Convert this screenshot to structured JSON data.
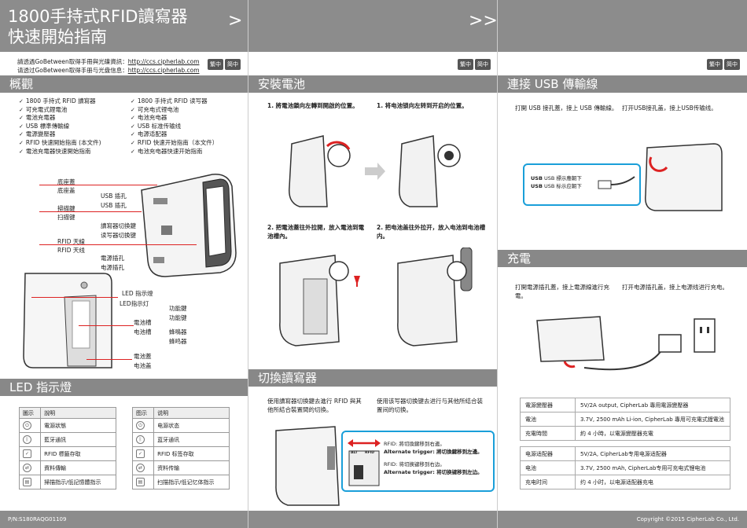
{
  "panel1": {
    "title_line1": "1800手持式RFID讀寫器",
    "title_line2": "快速開始指南",
    "chevron": ">",
    "info_tc_prefix": "請透過GoBetween取得手冊與光碟資訊：",
    "info_sc_prefix": "请透过GoBetween取得手册与光盘信息：",
    "info_url": "http://ccs.cipherlab.com",
    "lang_tc": "繁中",
    "lang_sc": "简中",
    "overview_title": "概觀",
    "items_tc": [
      "1800 手持式 RFID 讀寫器",
      "可充電式鋰電池",
      "電池充電器",
      "USB 標準傳輸線",
      "電源變壓器",
      "RFID 快速開始指南 (本文件)",
      "電池充電器快速開始指南"
    ],
    "items_sc": [
      "1800 手持式 RFID 读写器",
      "可充电式锂电池",
      "电池充电器",
      "USB 标准传输线",
      "电源适配器",
      "RFID 快速开始指南（本文件）",
      "电池充电器快速开始指南"
    ],
    "labels": {
      "base_cover_tc": "底座蓋",
      "base_cover_sc": "底座盖",
      "usb_port_tc": "USB 插孔",
      "usb_port_sc": "USB 插孔",
      "scan_key_tc": "掃描鍵",
      "scan_key_sc": "扫描键",
      "switch_tc": "讀寫器切換鍵",
      "switch_sc": "读写器切换键",
      "antenna_tc": "RFID 天線",
      "antenna_sc": "RFID 天线",
      "power_jack_tc": "電源插孔",
      "power_jack_sc": "电源插孔",
      "led_tc": "LED 指示燈",
      "led_sc": "LED指示灯",
      "func_key_tc": "功能鍵",
      "func_key_sc": "功能键",
      "bat_slot_tc": "電池槽",
      "bat_slot_sc": "电池槽",
      "buzzer_tc": "蜂鳴器",
      "buzzer_sc": "蜂鸣器",
      "bat_cover_tc": "電池蓋",
      "bat_cover_sc": "电池盖"
    },
    "led_title": "LED 指示燈",
    "led_header_tc": [
      "圖示",
      "說明"
    ],
    "led_header_sc": [
      "图示",
      "说明"
    ],
    "led_rows_tc": [
      "電源狀態",
      "藍牙通訊",
      "RFID 標籤存取",
      "資料傳輸",
      "掃描指示/低記憶體指示"
    ],
    "led_rows_sc": [
      "电源状态",
      "蓝牙通讯",
      "RFID 标签存取",
      "资料传输",
      "扫描指示/低记忆体指示"
    ],
    "footer": "P/N:S180RAQG01109"
  },
  "panel2": {
    "chevron": ">>",
    "lang_tc": "繁中",
    "lang_sc": "简中",
    "battery_title": "安裝電池",
    "step1_tc": "1. 將電池鎖向左轉到開啟的位置。",
    "step1_sc": "1. 将电池锁向左转到开启的位置。",
    "step2_tc": "2. 把電池蓋往外拉開，放入電池到電池槽內。",
    "step2_sc": "2. 把电池盖往外拉开，放入电池到电池槽内。",
    "switch_title": "切換讀寫器",
    "switch_tc": "使用讀寫器切換鍵去進行 RFID 與其他所結合裝置間的切換。",
    "switch_sc": "使用该写器切换键去进行与其他所结合装置间的切换。",
    "sw_label1": "ALT",
    "sw_label2": "RFID",
    "note_rfid_tc": "RFID: 將切換鍵移到右邊。",
    "note_alt_tc": "Alternate trigger: 將切換鍵移到左邊。",
    "note_rfid_sc": "RFID: 将切换键移到右边。",
    "note_alt_sc": "Alternate trigger: 将切换键移到左边。"
  },
  "panel3": {
    "lang_tc": "繁中",
    "lang_sc": "简中",
    "usb_title": "連接 USB 傳輸線",
    "usb_tc": "打開 USB 接孔蓋，接上 USB 傳輸線。",
    "usb_sc": "打开USB接孔盖，接上USB传输线。",
    "usb_callout_tc": "USB 標示應朝下",
    "usb_callout_sc": "USB 标示应朝下",
    "usb_word": "USB",
    "charge_title": "充電",
    "charge_tc": "打開電源插孔蓋，接上電源線進行充電。",
    "charge_sc": "打开电源插孔盖，接上电源线进行充电。",
    "spec_tc": [
      [
        "電源變壓器",
        "5V/2A output, CipherLab 專用電源變壓器"
      ],
      [
        "電池",
        "3.7V, 2500 mAh Li-ion, CipherLab 專用可充電式鋰電池"
      ],
      [
        "充電時間",
        "約 4 小時，以電源變壓器充電"
      ]
    ],
    "spec_sc": [
      [
        "电源适配器",
        "5V/2A, CipherLab专用电源适配器"
      ],
      [
        "电池",
        "3.7V, 2500 mAh, CipherLab专用可充电式锂电池"
      ],
      [
        "充电时间",
        "约 4 小时，以电源适配器充电"
      ]
    ],
    "footer": "Copyright ©2015 CipherLab Co., Ltd."
  },
  "colors": {
    "band": "#8c8c8c",
    "accent_red": "#d22222",
    "accent_blue": "#1a9fd9"
  }
}
